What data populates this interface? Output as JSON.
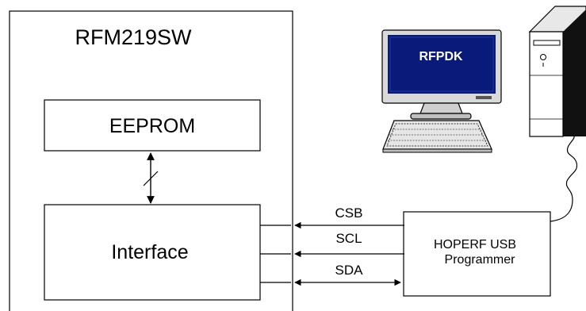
{
  "chip": {
    "title": "RFM219SW"
  },
  "blocks": {
    "eeprom": "EEPROM",
    "interface": "Interface"
  },
  "programmer": {
    "line1": "HOPERF USB",
    "line2": "Programmer"
  },
  "signals": {
    "csb": "CSB",
    "scl": "SCL",
    "sda": "SDA"
  },
  "computer": {
    "screen_label": "RFPDK"
  },
  "colors": {
    "line": "#000000",
    "screen": "#0a1a7a",
    "monitor_body": "#d9d9d9",
    "tower_side": "#111111"
  },
  "icons": [
    "monitor-icon",
    "keyboard-icon",
    "pc-tower-icon",
    "usb-cable-icon",
    "bus-arrow-icon"
  ]
}
